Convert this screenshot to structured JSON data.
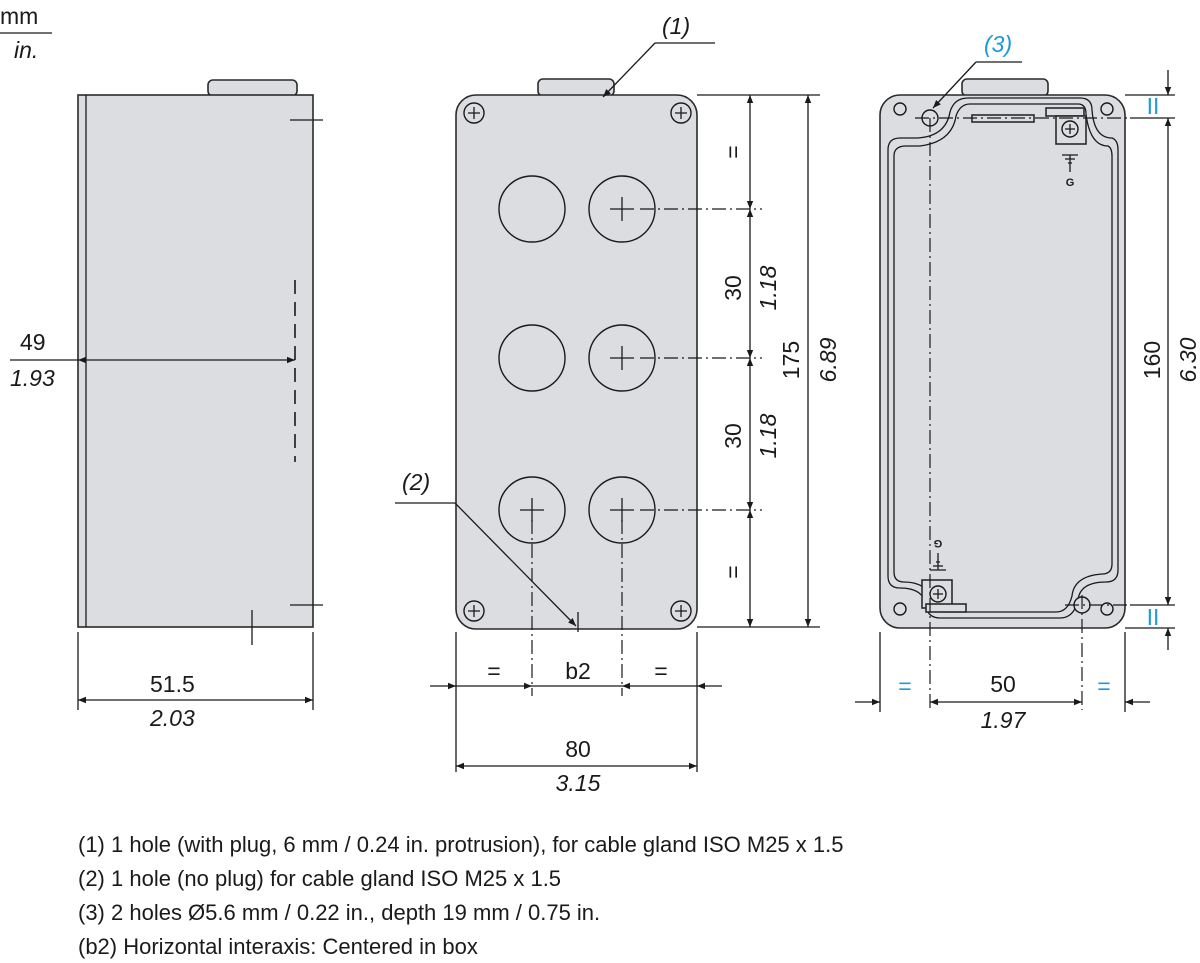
{
  "units": {
    "top": "mm",
    "bottom": "in."
  },
  "side_view": {
    "depth_mm": "49",
    "depth_in": "1.93",
    "width_mm": "51.5",
    "width_in": "2.03"
  },
  "front_view": {
    "callout_1": "(1)",
    "callout_2": "(2)",
    "equal_top": "=",
    "pitch1_mm": "30",
    "pitch1_in": "1.18",
    "pitch2_mm": "30",
    "pitch2_in": "1.18",
    "equal_bottom": "=",
    "height_mm": "175",
    "height_in": "6.89",
    "eq_left": "=",
    "b2": "b2",
    "eq_right": "=",
    "width_mm": "80",
    "width_in": "3.15"
  },
  "back_view": {
    "callout_3": "(3)",
    "ground_label": "G",
    "top_offset": "II",
    "bottom_offset": "II",
    "hole_pitch_mm": "160",
    "hole_pitch_in": "6.30",
    "eq_left": "=",
    "span_mm": "50",
    "span_in": "1.97",
    "eq_right": "="
  },
  "notes": [
    "(1) 1 hole (with plug, 6 mm / 0.24 in. protrusion), for cable gland ISO M25 x 1.5",
    "(2) 1 hole (no plug) for cable gland ISO M25 x 1.5",
    "(3) 2 holes Ø5.6 mm / 0.22 in., depth 19 mm / 0.75 in.",
    "(b2) Horizontal interaxis: Centered in box"
  ],
  "colors": {
    "box": "#dcdde0",
    "accent": "#1f9ad6"
  }
}
